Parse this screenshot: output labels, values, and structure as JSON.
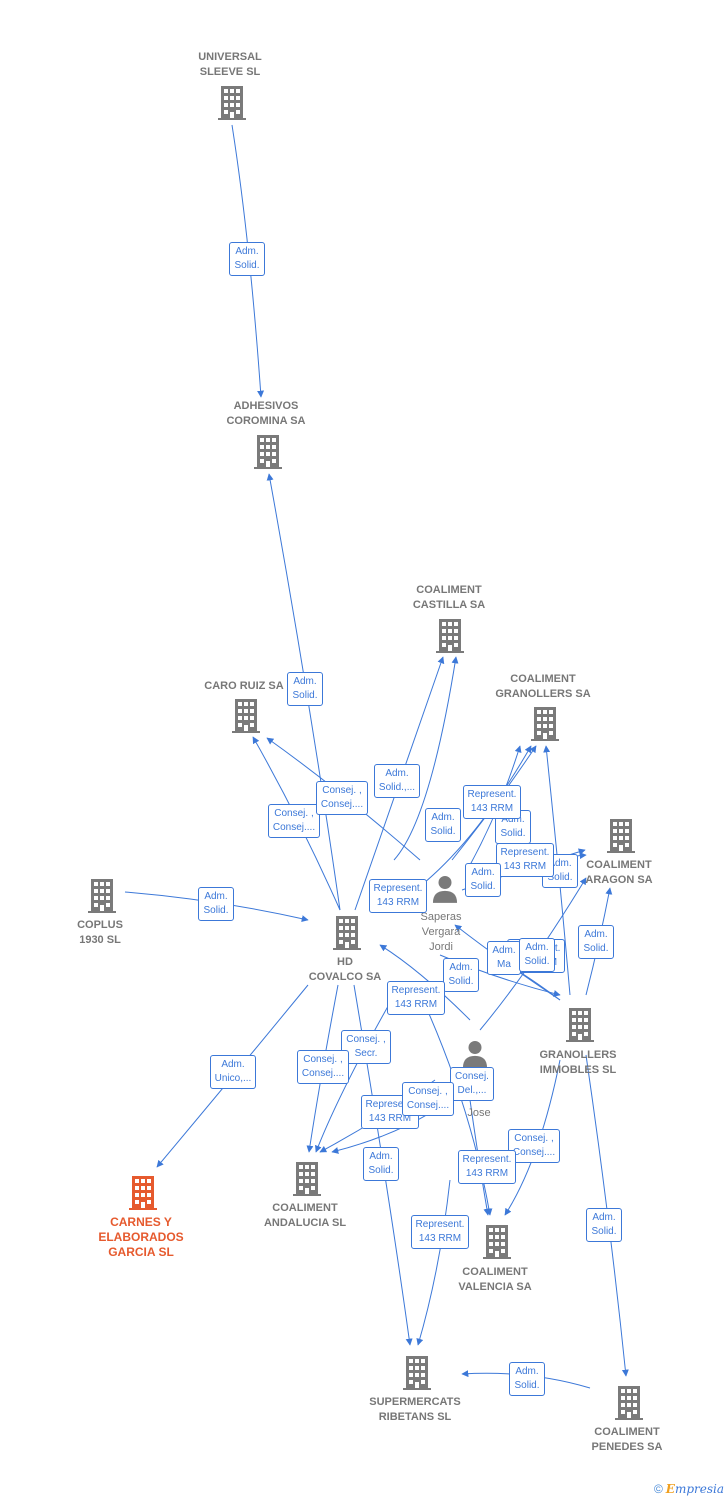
{
  "colors": {
    "company": "#7a7a7a",
    "focus_company": "#e65a2e",
    "person": "#7a7a7a",
    "edge": "#3c78d8",
    "label_text": "#777777"
  },
  "nodes": [
    {
      "id": "universal",
      "kind": "company",
      "label": "UNIVERSAL\nSLEEVE  SL"
    },
    {
      "id": "adhesivos",
      "kind": "company",
      "label": "ADHESIVOS\nCOROMINA SA"
    },
    {
      "id": "castilla",
      "kind": "company",
      "label": "COALIMENT\nCASTILLA SA"
    },
    {
      "id": "caroruiz",
      "kind": "company",
      "label": "CARO RUIZ SA"
    },
    {
      "id": "granollers",
      "kind": "company",
      "label": "COALIMENT\nGRANOLLERS SA"
    },
    {
      "id": "aragon",
      "kind": "company",
      "label": "COALIMENT\nARAGON SA"
    },
    {
      "id": "coplus",
      "kind": "company",
      "label": "COPLUS\n1930  SL"
    },
    {
      "id": "hdcovalco",
      "kind": "company",
      "label": "HD\nCOVALCO SA"
    },
    {
      "id": "saperas",
      "kind": "person",
      "label": "Saperas\nVergara\nJordi"
    },
    {
      "id": "jose",
      "kind": "person",
      "label": "Jose"
    },
    {
      "id": "immobles",
      "kind": "company",
      "label": "GRANOLLERS\nIMMOBLES SL"
    },
    {
      "id": "carnes",
      "kind": "focus",
      "label": "CARNES Y\nELABORADOS\nGARCIA  SL"
    },
    {
      "id": "andalucia",
      "kind": "company",
      "label": "COALIMENT\nANDALUCIA SL"
    },
    {
      "id": "valencia",
      "kind": "company",
      "label": "COALIMENT\nVALENCIA SA"
    },
    {
      "id": "ribetans",
      "kind": "company",
      "label": "SUPERMERCATS\nRIBETANS SL"
    },
    {
      "id": "penedes",
      "kind": "company",
      "label": "COALIMENT\nPENEDES SA"
    }
  ],
  "edge_labels": [
    "Adm.\nSolid.",
    "Adm.\nSolid.",
    "Adm.\nSolid.,...",
    "Consej. ,\nConsej....",
    "Consej. ,\nConsej....",
    "Adm.\nSolid.",
    "Represent.\n143 RRM",
    "Adm.\nSolid.",
    "Represent.\n143 RRM",
    "Adm.\nSolid.",
    "Represent.\n143 RRM",
    "Adm.\nSolid.",
    "Adm.\nSolid.",
    "Adm.\nSolid.",
    "Represent.\n143 RRM",
    "Adm.\nSolid.",
    "Adm.\nMa",
    "Represent.\n143 RRM",
    "Adm.\nSolid.",
    "Adm.\nUnico,...",
    "Consej. ,\nSecr.",
    "Consej. ,\nConsej....",
    "Consej.\nDel.,...",
    "Represent.\n143 RRM",
    "Consej. ,\nConsej....",
    "Consej. ,\nConsej....",
    "Adm.\nSolid.",
    "Represent.\n143 RRM",
    "Represent.\n143 RRM",
    "Adm.\nSolid.",
    "Adm.\nSolid."
  ],
  "brand": {
    "copyright": "©",
    "initial": "E",
    "rest": "mpresia"
  }
}
